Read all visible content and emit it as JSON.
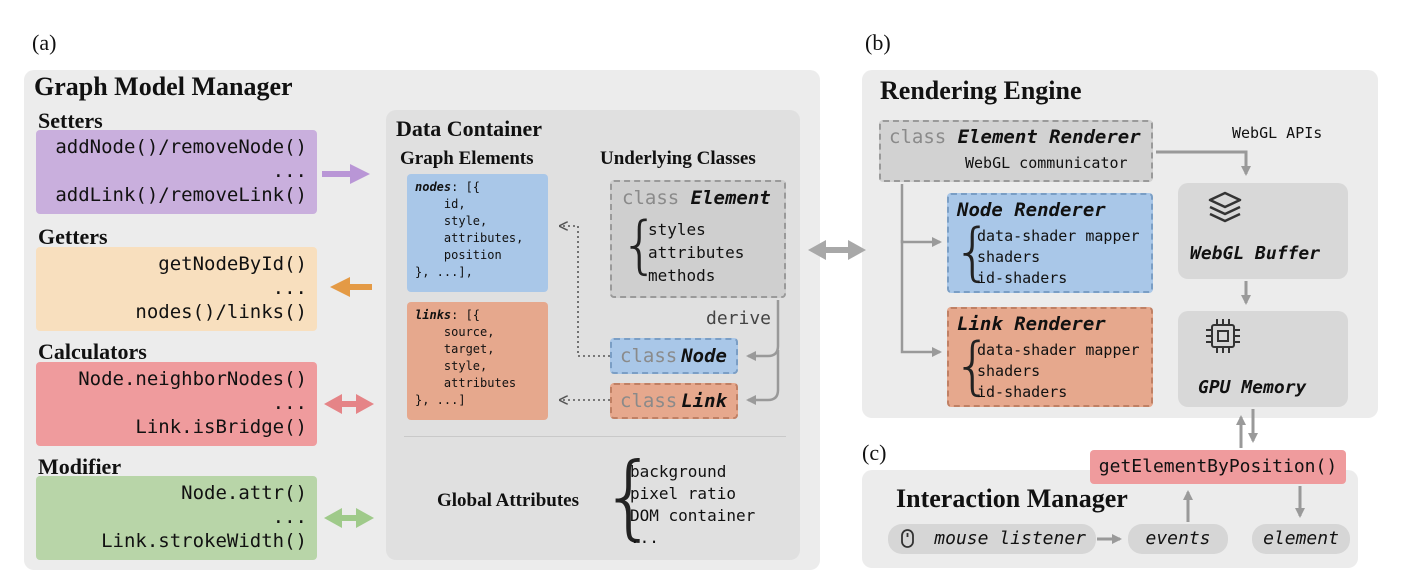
{
  "labels": {
    "a": "(a)",
    "b": "(b)",
    "c": "(c)"
  },
  "graph_model_manager": {
    "title": "Graph Model Manager",
    "setters": {
      "title": "Setters",
      "lines": [
        "addNode()/removeNode()",
        "...",
        "addLink()/removeLink()"
      ]
    },
    "getters": {
      "title": "Getters",
      "lines": [
        "getNodeById()",
        "...",
        "nodes()/links()"
      ]
    },
    "calculators": {
      "title": "Calculators",
      "lines": [
        "Node.neighborNodes()",
        "...",
        "Link.isBridge()"
      ]
    },
    "modifier": {
      "title": "Modifier",
      "lines": [
        "Node.attr()",
        "...",
        "Link.strokeWidth()"
      ]
    }
  },
  "data_container": {
    "title": "Data Container",
    "graph_elements_title": "Graph Elements",
    "underlying_classes_title": "Underlying Classes",
    "nodes_key": "nodes",
    "nodes_lines": [
      ": [{",
      "    id,",
      "    style,",
      "    attributes,",
      "    position",
      "}, ...],"
    ],
    "links_key": "links",
    "links_lines": [
      ": [{",
      "    source,",
      "    target,",
      "    style,",
      "    attributes",
      "}, ...]"
    ],
    "element_class": {
      "keyword": "class",
      "name": "Element",
      "members": [
        "styles",
        "attributes",
        "methods"
      ]
    },
    "derive_label": "derive",
    "node_class": {
      "keyword": "class",
      "name": "Node"
    },
    "link_class": {
      "keyword": "class",
      "name": "Link"
    },
    "global_attributes": {
      "title": "Global Attributes",
      "items": [
        "background",
        "pixel ratio",
        "DOM container",
        "..."
      ]
    }
  },
  "rendering_engine": {
    "title": "Rendering Engine",
    "element_renderer": {
      "keyword": "class",
      "name": "Element Renderer",
      "subtitle": "WebGL communicator"
    },
    "webgl_apis": "WebGL APIs",
    "node_renderer": {
      "title": "Node Renderer",
      "items": [
        "data-shader mapper",
        "shaders",
        "id-shaders"
      ]
    },
    "link_renderer": {
      "title": "Link Renderer",
      "items": [
        "data-shader mapper",
        "shaders",
        "id-shaders"
      ]
    },
    "webgl_buffer": {
      "label": "WebGL Buffer",
      "icon": "layers-icon"
    },
    "gpu_memory": {
      "label": "GPU Memory",
      "icon": "chip-icon"
    }
  },
  "interaction_manager": {
    "title": "Interaction Manager",
    "get_element_by_position": "getElementByPosition()",
    "mouse_listener": "mouse listener",
    "events": "events",
    "element": "element"
  },
  "colors": {
    "purple": "#c9afdd",
    "orange": "#f8dfbe",
    "red": "#ef9b9d",
    "green": "#b8d5a8",
    "blue": "#a9c7e8",
    "salmon": "#e6a88d",
    "arrow_purple": "#b996d6",
    "arrow_orange": "#e49a45",
    "arrow_red": "#e58487",
    "arrow_green": "#9fca8a",
    "arrow_gray": "#9a9a9a"
  }
}
